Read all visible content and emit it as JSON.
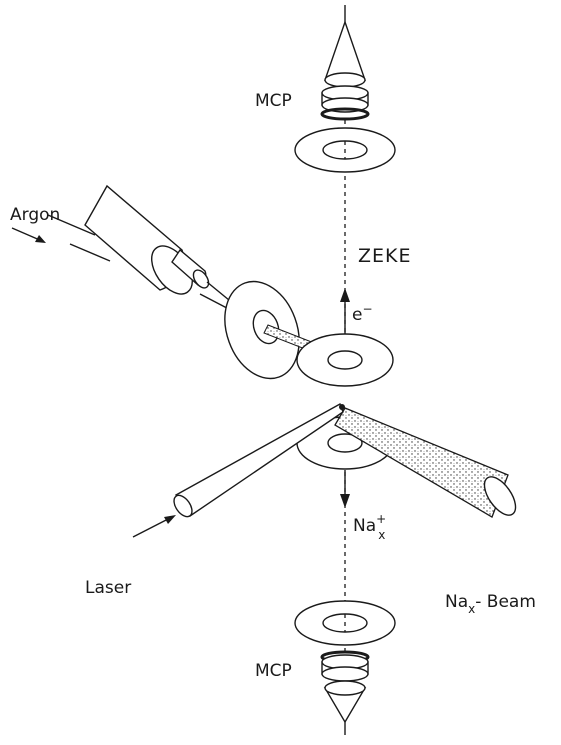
{
  "labels": {
    "mcp_top": "MCP",
    "mcp_bottom": "MCP",
    "argon": "Argon",
    "zeke": "ZEKE",
    "electron": "e",
    "electron_sup": "−",
    "ion_base": "Na",
    "ion_sup": "+",
    "ion_sub": "x",
    "laser": "Laser",
    "beam_base": "Na",
    "beam_sub": "x",
    "beam_suffix": "- Beam"
  }
}
